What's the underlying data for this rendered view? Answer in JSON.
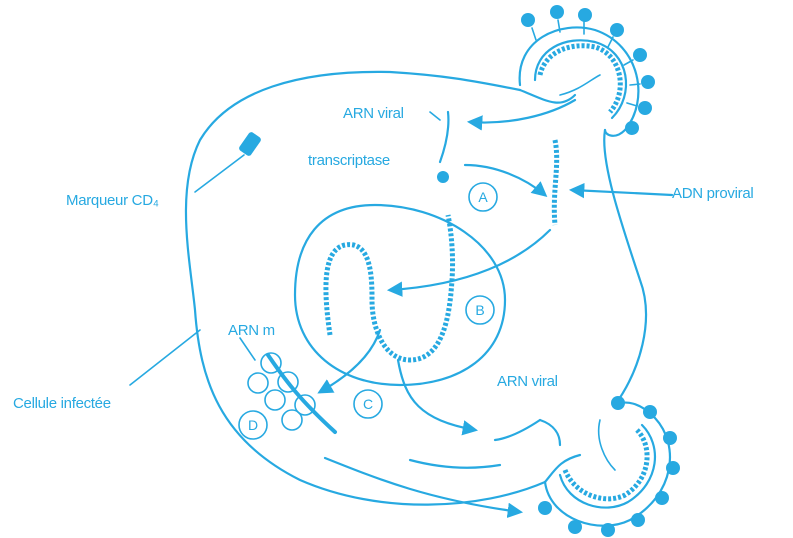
{
  "labels": {
    "arn_viral_top": "ARN viral",
    "transcriptase": "transcriptase",
    "adn_proviral": "ADN proviral",
    "marqueur_cd4": "Marqueur CD₄",
    "arn_m": "ARN m",
    "arn_viral_bottom": "ARN viral",
    "cellule_infectee": "Cellule infectée"
  },
  "steps": {
    "a": "A",
    "b": "B",
    "c": "C",
    "d": "D"
  },
  "colors": {
    "ink": "#27a9e1"
  }
}
